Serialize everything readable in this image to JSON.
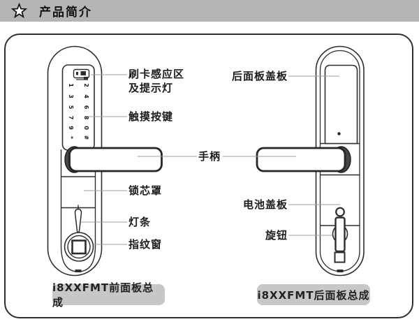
{
  "header": {
    "title": "产品简介",
    "icon": "star-icon"
  },
  "front": {
    "caption": "i8XXFMT前面板总成",
    "keys": [
      "1",
      "2",
      "3",
      "4",
      "5",
      "6",
      "7",
      "8",
      "9",
      "0",
      "*",
      "#"
    ],
    "labels": {
      "card1": "刷卡感应区",
      "card2": "及提示灯",
      "touch": "触摸按键",
      "cylinder": "锁芯罩",
      "lightbar": "灯条",
      "fingerprint": "指纹窗"
    }
  },
  "back": {
    "caption": "i8XXFMT后面板总成",
    "labels": {
      "cover": "后面板盖板",
      "battery": "电池盖板",
      "knob": "旋钮"
    }
  },
  "shared": {
    "handle": "手柄"
  },
  "colors": {
    "header_bg": "#b5b5b5",
    "caption_bg": "#c7c7c7",
    "outline": "#2d2d2d",
    "leader_line": "#9e9e9e",
    "collar_fill": "#474747"
  }
}
